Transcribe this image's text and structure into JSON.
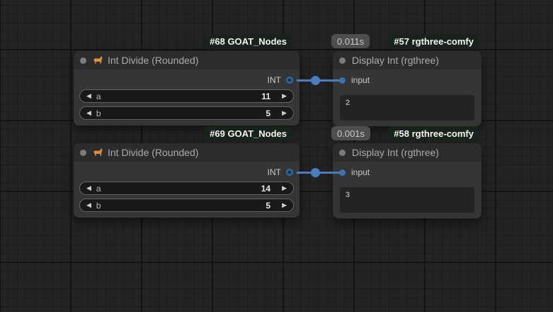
{
  "canvas": {
    "bg_color": "#232323",
    "grid_minor_color": "#1c1c1c",
    "grid_major_color": "#141414"
  },
  "icons": {
    "widget_left_arrow": "◀",
    "widget_right_arrow": "▶",
    "goat_icon_color": "#dd8e45"
  },
  "links": {
    "color": "#4a7dbd",
    "type": "INT"
  },
  "nodes": {
    "int_divide_68": {
      "badge": "#68 GOAT_Nodes",
      "title": "Int Divide (Rounded)",
      "output_label": "INT",
      "widgets": [
        {
          "label": "a",
          "value": "11"
        },
        {
          "label": "b",
          "value": "5"
        }
      ]
    },
    "int_divide_69": {
      "badge": "#69 GOAT_Nodes",
      "title": "Int Divide (Rounded)",
      "output_label": "INT",
      "widgets": [
        {
          "label": "a",
          "value": "14"
        },
        {
          "label": "b",
          "value": "5"
        }
      ]
    },
    "display_int_57": {
      "badge": "#57 rgthree-comfy",
      "exec_time": "0.011s",
      "title": "Display Int (rgthree)",
      "input_label": "input",
      "value": "2"
    },
    "display_int_58": {
      "badge": "#58 rgthree-comfy",
      "exec_time": "0.001s",
      "title": "Display Int (rgthree)",
      "input_label": "input",
      "value": "3"
    }
  }
}
